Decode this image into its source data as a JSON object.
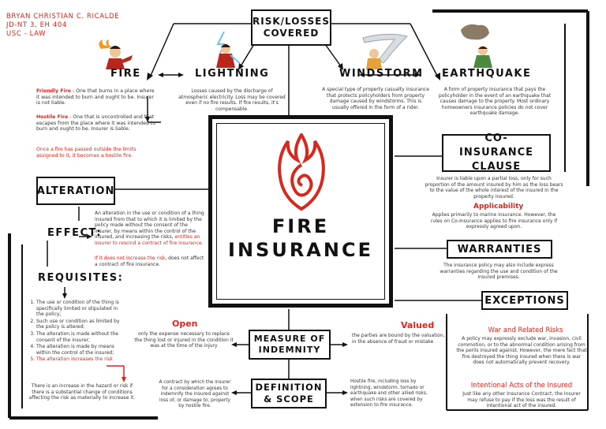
{
  "author": {
    "name": "BRYAN CHRISTIAN C. RICALDE",
    "line2": "JD-NT 3, EH 404",
    "line3": "USC - LAW"
  },
  "center": {
    "title_line1": "FIRE",
    "title_line2": "INSURANCE",
    "emblem": "fire-nation-emblem"
  },
  "risk": {
    "title": "RISK/LOSSES COVERED",
    "fire": {
      "heading": "FIRE",
      "friendly_term": "Friendly Fire",
      "friendly_text": " - One that burns in a place where it was intended to burn and ought to be. Insurer is not liable.",
      "hostile_term": "Hostile Fire",
      "hostile_text": " - One that is uncontrolled and that escapes from the place where it was intended to burn and ought to be. Insurer is liable.",
      "note": "Once a fire has passed outside the limits assigned to it, it becomes a hostile fire."
    },
    "lightning": {
      "heading": "LIGHTNING",
      "text": "Losses caused by the discharge of atmospheric electricity. Loss may be covered even if no fire results. If fire results, it's compensable."
    },
    "windstorm": {
      "heading": "WINDSTORM",
      "text": "A special type of property casualty insurance that protects policyholders from property damage caused by windstorms. This is usually offered in the form of a rider."
    },
    "earthquake": {
      "heading": "EARTHQUAKE",
      "text": "A form of property insurance that pays the policyholder in the event of an earthquake that causes damage to the property. Most ordinary homeowners insurance policies do not cover earthquake damage."
    }
  },
  "coinsurance": {
    "title": "CO-INSURANCE CLAUSE",
    "text": "Insurer is liable upon a partial loss, only for such proportion of the amount insured by him as the loss bears to the value of the whole interest of the insured in the property insured.",
    "applicability_heading": "Applicability",
    "applicability_text": "Applies primarily to marine insurance. However, the rules on Co-Insurance applies to fire insurance only if expressly agreed upon."
  },
  "warranties": {
    "title": "WARRANTIES",
    "text": "The insurance policy may also include express warranties regarding the use and condition of the insured premises."
  },
  "exceptions": {
    "title": "EXCEPTIONS",
    "war_heading": "War and Related Risks",
    "war_text": "A policy may expressly exclude war, invasion, civil commotion, or to the abnormal condition arising from the perils insured against. However, the mere fact that fire destroyed the thing insured when there is war does not automatically prevent recovery.",
    "intentional_heading": "Intentional Acts of the Insured",
    "intentional_text": "Just like any other Insurance Contract, the insurer may refuse to pay if the loss was the result of intentional act of the insured."
  },
  "alteration": {
    "title": "ALTERATION",
    "effect_label": "EFFECT:",
    "effect_text_1": "An alteration in the use or condition of a thing insured from that to which it is limited by the policy made without the consent of the insurer, by means within the control of the insured, and increasing the risks, ",
    "effect_text_red": "entitles an insurer to rescind a contract of fire insurance.",
    "effect_text_2_red": "If it does not increase the risk,",
    "effect_text_2": " does not affect a contract of fire insurance.",
    "requisites_label": "REQUISITES:",
    "requisites": [
      "The use or condition of the thing is specifically limited or stipulated in the policy;",
      "Such use or condition as limited by the policy is altered;",
      "The alteration is made without the consent of the insurer;",
      "The alteration is made by means within the control of the insured;",
      "The alteration increases the risk"
    ],
    "risk_note": "There is an increase in the hazard or risk if there is a substantial change of conditions affecting the risk as materially to increase it."
  },
  "indemnity": {
    "title": "MEASURE OF INDEMNITY",
    "open_heading": "Open",
    "open_text": "only the expense necessary to replace the thing lost or injured in the condition it was at the time of the injury",
    "valued_heading": "Valued",
    "valued_text": "the parties are bound by the valuation, in the absence of fraud or mistake"
  },
  "definition": {
    "title": "DEFINITION & SCOPE",
    "left_text": "A contract by which the insurer for a consideration agrees to indemnify the insured against loss of, or damage to, property by hostile fire.",
    "right_text": "Hostile fire, including loss by lightning, windstorm, tornado or earthquake and other allied risks, when such risks are covered by extension to fire insurance."
  },
  "colors": {
    "accent_red": "#e0231b",
    "ink": "#111111"
  }
}
